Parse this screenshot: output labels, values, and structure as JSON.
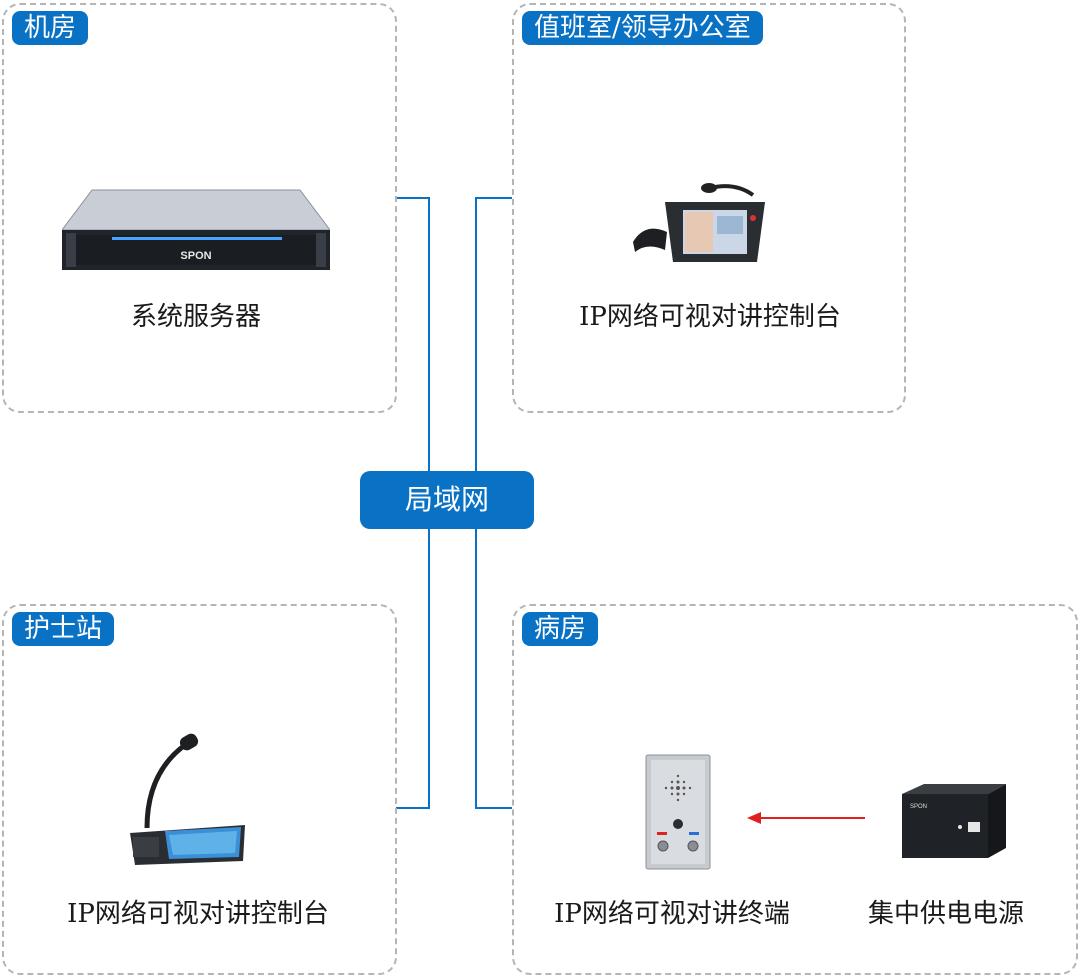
{
  "zones": {
    "machine_room": {
      "tag": "机房",
      "device_label": "系统服务器",
      "server_brand": "SPON"
    },
    "duty_room": {
      "tag": "值班室/领导办公室",
      "device_label": "IP网络可视对讲控制台"
    },
    "nurse_station": {
      "tag": "护士站",
      "device_label": "IP网络可视对讲控制台"
    },
    "ward": {
      "tag": "病房",
      "terminal_label": "IP网络可视对讲终端",
      "power_label": "集中供电电源",
      "power_brand": "SPON"
    }
  },
  "network": {
    "label": "局域网"
  },
  "colors": {
    "accent": "#0a72c4",
    "arrow": "#e02020",
    "border": "#b5b5b5"
  }
}
